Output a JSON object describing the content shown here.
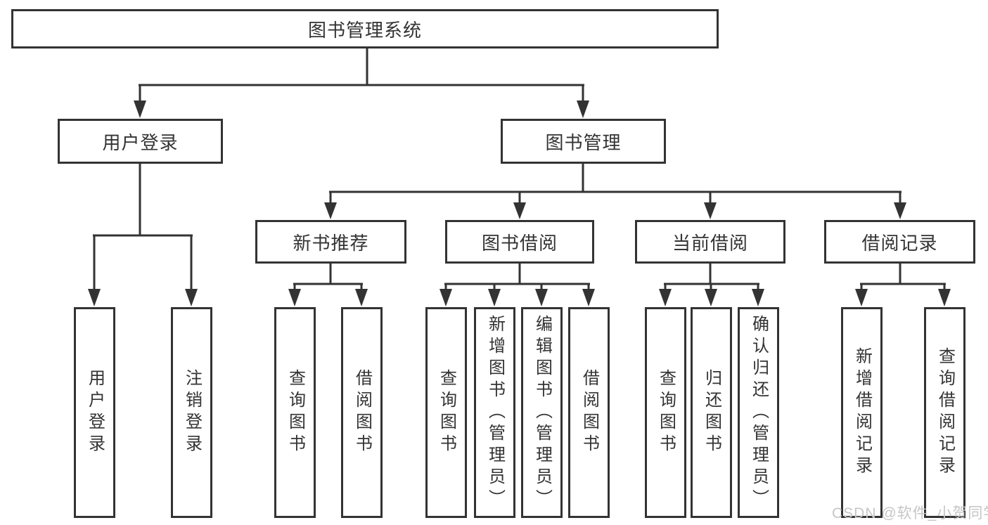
{
  "diagram_type": "hierarchy-tree",
  "tree": {
    "root": "图书管理系统",
    "children": [
      {
        "label": "用户登录",
        "children": [
          "用户登录",
          "注销登录"
        ]
      },
      {
        "label": "图书管理",
        "children": [
          {
            "label": "新书推荐",
            "children": [
              "查询图书",
              "借阅图书"
            ]
          },
          {
            "label": "图书借阅",
            "children": [
              "查询图书",
              "新增图书（管理员）",
              "编辑图书（管理员）",
              "借阅图书"
            ]
          },
          {
            "label": "当前借阅",
            "children": [
              "查询图书",
              "归还图书",
              "确认归还（管理员）"
            ]
          },
          {
            "label": "借阅记录",
            "children": [
              "新增借阅记录",
              "查询借阅记录"
            ]
          }
        ]
      }
    ]
  },
  "watermark": "CSDN @软件_小贺同学",
  "colors": {
    "line": "#333333",
    "box_border": "#333333",
    "text": "#333333",
    "watermark": "#c6c6c6",
    "background": "#ffffff"
  }
}
